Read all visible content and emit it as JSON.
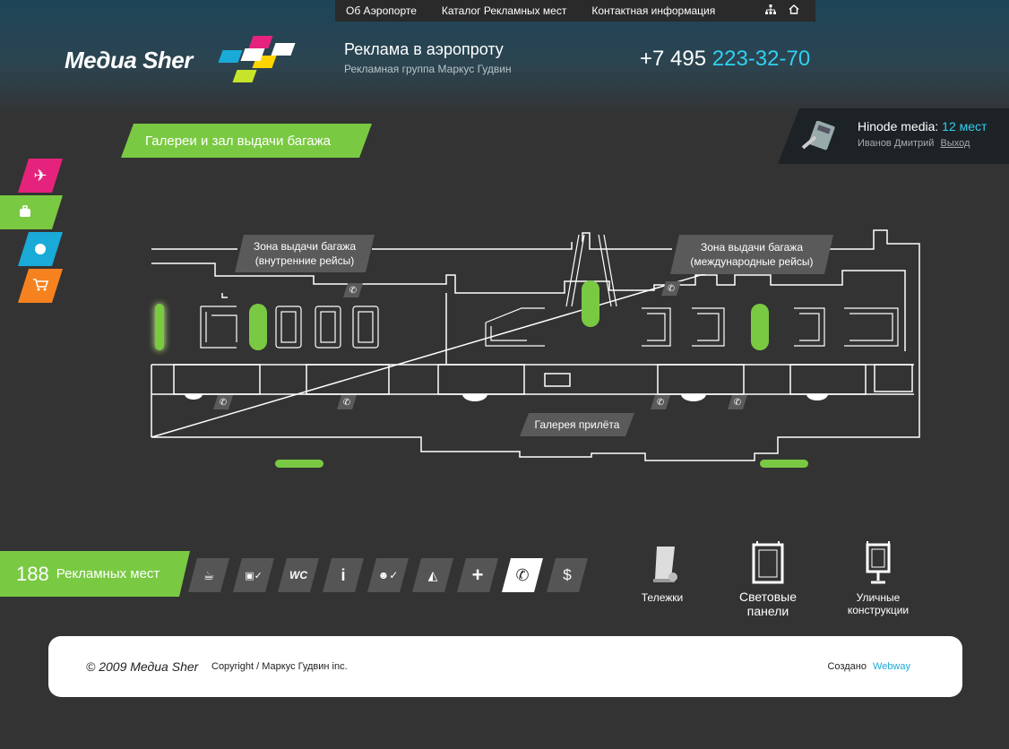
{
  "topnav": {
    "items": [
      "Об Аэропорте",
      "Каталог Рекламных мест",
      "Контактная информация"
    ],
    "icons": [
      "sitemap-icon",
      "home-icon"
    ]
  },
  "logo": {
    "text": "Медиа Sher"
  },
  "slogan": {
    "title": "Реклама в аэропроту",
    "subtitle": "Рекламная группа Маркус Гудвин"
  },
  "phone": {
    "prefix": "+7 495",
    "number": "223-32-70"
  },
  "section": {
    "title": "Галереи и зал выдачи багажа"
  },
  "user": {
    "company": "Hinode media:",
    "count": "12 мест",
    "name": "Иванов Дмитрий",
    "logout": "Выход"
  },
  "sidebar": {
    "items": [
      {
        "icon": "plane-icon",
        "color": "#e5237c"
      },
      {
        "icon": "luggage-icon",
        "color": "#7ac943"
      },
      {
        "icon": "dot-icon",
        "color": "#1aaad8"
      },
      {
        "icon": "cart-icon",
        "color": "#f5821f"
      }
    ]
  },
  "map": {
    "labels": {
      "domestic": [
        "Зона выдачи багажа",
        "(внутренние рейсы)"
      ],
      "international": [
        "Зона выдачи багажа",
        "(международные рейсы)"
      ],
      "gallery": "Галерея прилёта"
    }
  },
  "counter": {
    "value": "188",
    "label": "Рекламных мест"
  },
  "filters": [
    {
      "icon": "coffee-icon",
      "glyph": "☕"
    },
    {
      "icon": "luggage-check-icon",
      "glyph": "▣✓"
    },
    {
      "icon": "wc-icon",
      "glyph": "WC"
    },
    {
      "icon": "info-icon",
      "glyph": "i"
    },
    {
      "icon": "person-check-icon",
      "glyph": "☻✓"
    },
    {
      "icon": "shopping-bag-icon",
      "glyph": "◭"
    },
    {
      "icon": "plus-icon",
      "glyph": "+"
    },
    {
      "icon": "phone-icon",
      "glyph": "✆"
    },
    {
      "icon": "dollar-icon",
      "glyph": "$"
    }
  ],
  "legend": {
    "carts": "Тележки",
    "lightbox": [
      "Световые",
      "панели"
    ],
    "street": [
      "Уличные",
      "конструкции"
    ]
  },
  "footer": {
    "copyright": "© 2009 Медиа Sher",
    "owner": "Copyright / Маркус Гудвин inc.",
    "made_by": "Создано",
    "studio": "Webway"
  }
}
